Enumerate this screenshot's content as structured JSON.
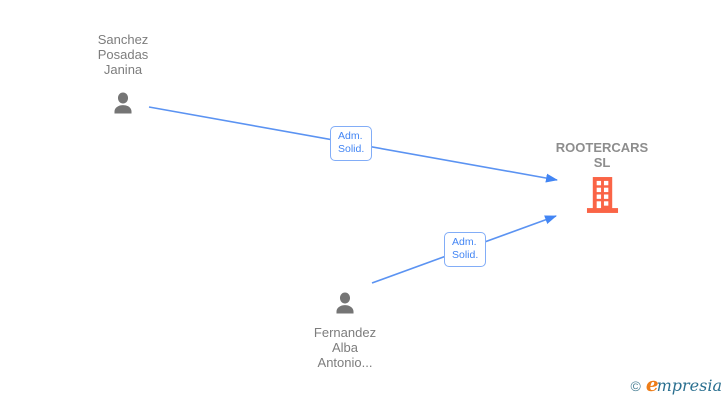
{
  "nodes": {
    "person1": {
      "label": "Sanchez\nPosadas\nJanina",
      "type": "person"
    },
    "person2": {
      "label": "Fernandez\nAlba\nAntonio...",
      "type": "person"
    },
    "company": {
      "label": "ROOTERCARS\nSL",
      "type": "company"
    }
  },
  "edges": {
    "edge1": {
      "label": "Adm.\nSolid.",
      "from": "person1",
      "to": "company"
    },
    "edge2": {
      "label": "Adm.\nSolid.",
      "from": "person2",
      "to": "company"
    }
  },
  "colors": {
    "edge_blue": "#4285f4",
    "edge_label_border": "#82adf7",
    "person_icon_gray": "#757575",
    "person_label_gray": "#7d7d7d",
    "company_label_gray": "#8d8d8d",
    "building_orange": "#fa6446",
    "logo_copyright_teal": "#4a8196",
    "logo_e_orange": "#ee7d18",
    "logo_text_teal": "#2b7090",
    "background": "#ffffff"
  },
  "logo": {
    "copyright": "©",
    "brand_initial": "e",
    "brand_rest": "mpresia"
  }
}
